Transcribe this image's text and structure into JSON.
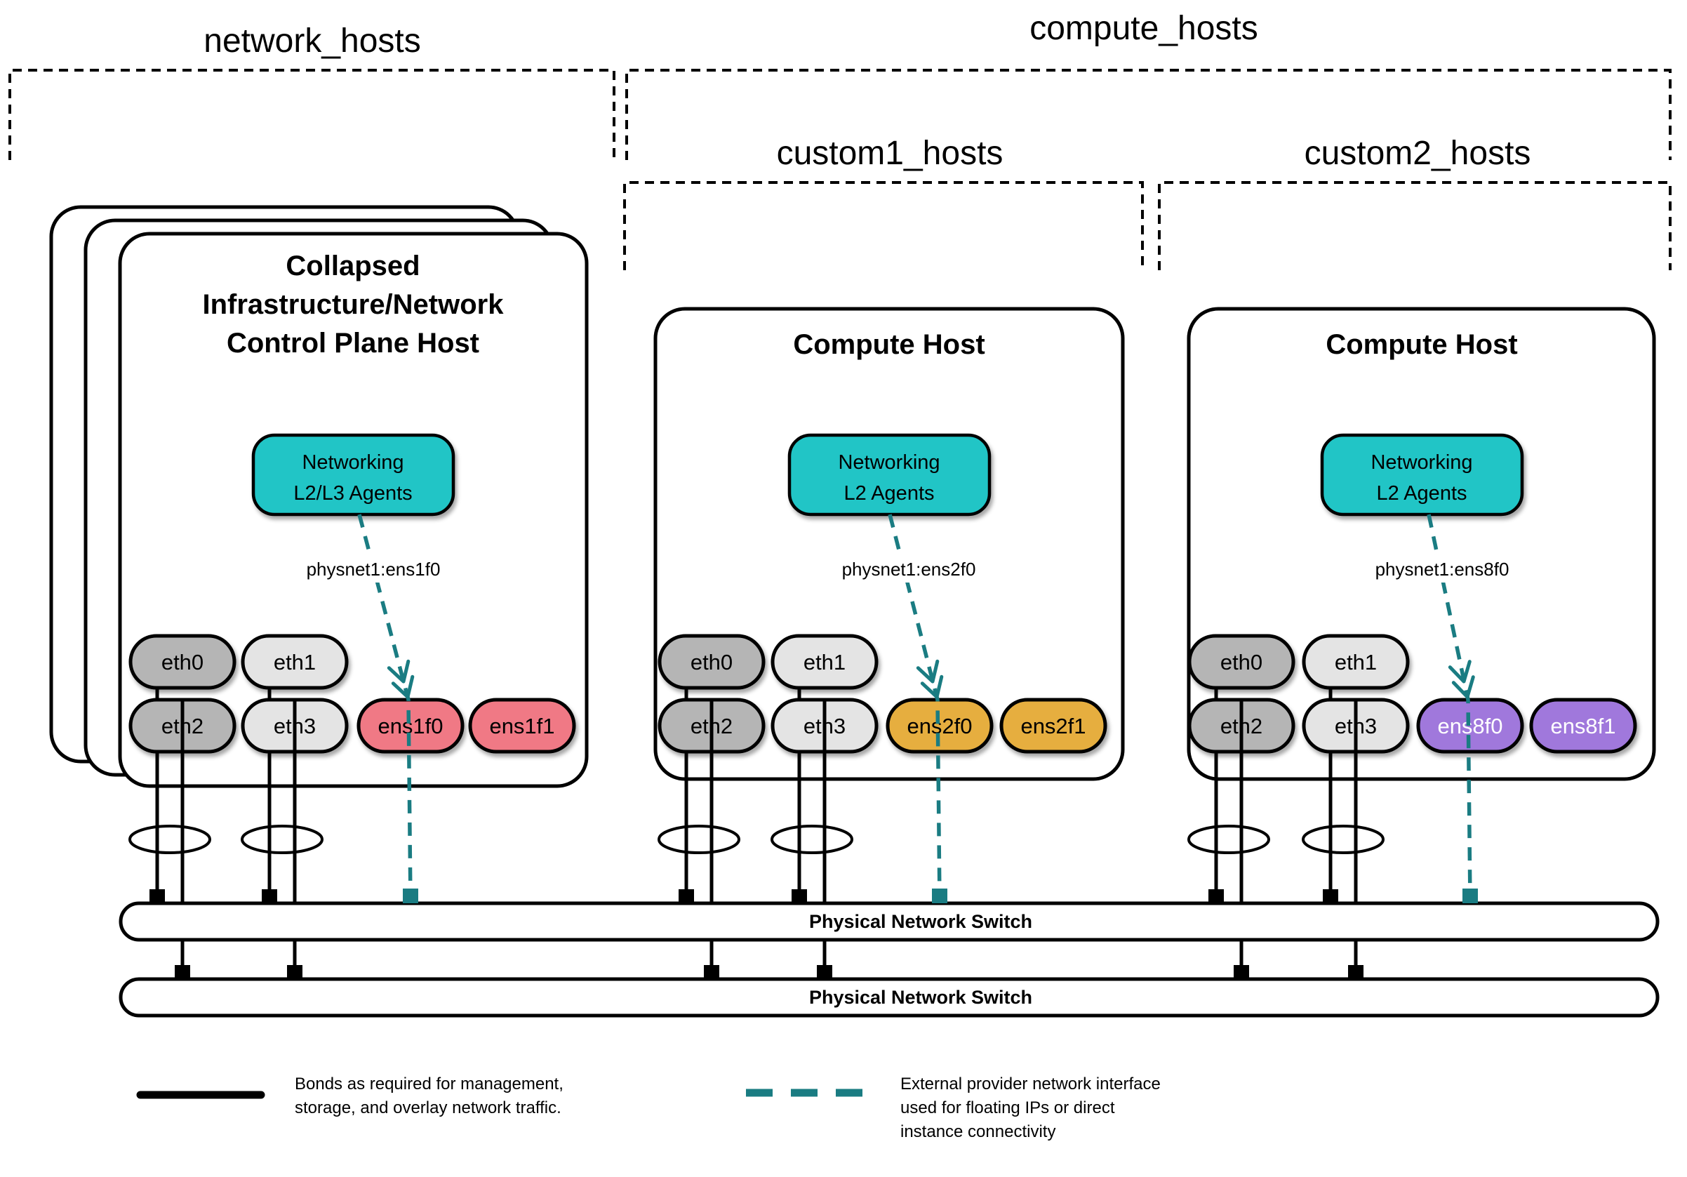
{
  "colors": {
    "teal_fill": "#21C5C6",
    "teal_dash": "#1A7C82",
    "pink": "#F07985",
    "gold": "#E6AE3F",
    "purple": "#A078DC",
    "gray_dark": "#B5B5B5",
    "gray_light": "#E4E4E4"
  },
  "groups": {
    "network": {
      "label": "network_hosts"
    },
    "compute": {
      "label": "compute_hosts"
    },
    "custom1": {
      "label": "custom1_hosts"
    },
    "custom2": {
      "label": "custom2_hosts"
    }
  },
  "hosts": {
    "infra": {
      "title_line1": "Collapsed",
      "title_line2": "Infrastructure/Network",
      "title_line3": "Control Plane Host",
      "agent_line1": "Networking",
      "agent_line2": "L2/L3 Agents",
      "physnet_label": "physnet1:ens1f0",
      "nics": {
        "eth0": "eth0",
        "eth1": "eth1",
        "eth2": "eth2",
        "eth3": "eth3",
        "ensf0": "ens1f0",
        "ensf1": "ens1f1"
      }
    },
    "compute1": {
      "title": "Compute Host",
      "agent_line1": "Networking",
      "agent_line2": "L2 Agents",
      "physnet_label": "physnet1:ens2f0",
      "nics": {
        "eth0": "eth0",
        "eth1": "eth1",
        "eth2": "eth2",
        "eth3": "eth3",
        "ensf0": "ens2f0",
        "ensf1": "ens2f1"
      }
    },
    "compute2": {
      "title": "Compute Host",
      "agent_line1": "Networking",
      "agent_line2": "L2 Agents",
      "physnet_label": "physnet1:ens8f0",
      "nics": {
        "eth0": "eth0",
        "eth1": "eth1",
        "eth2": "eth2",
        "eth3": "eth3",
        "ensf0": "ens8f0",
        "ensf1": "ens8f1"
      }
    }
  },
  "switches": {
    "switch1": {
      "label": "Physical Network Switch"
    },
    "switch2": {
      "label": "Physical Network Switch"
    }
  },
  "legend": {
    "bond_line1": "Bonds as required for management,",
    "bond_line2": "storage, and overlay network traffic.",
    "provider_line1": "External provider network interface",
    "provider_line2": "used for floating IPs or direct",
    "provider_line3": "instance connectivity"
  }
}
